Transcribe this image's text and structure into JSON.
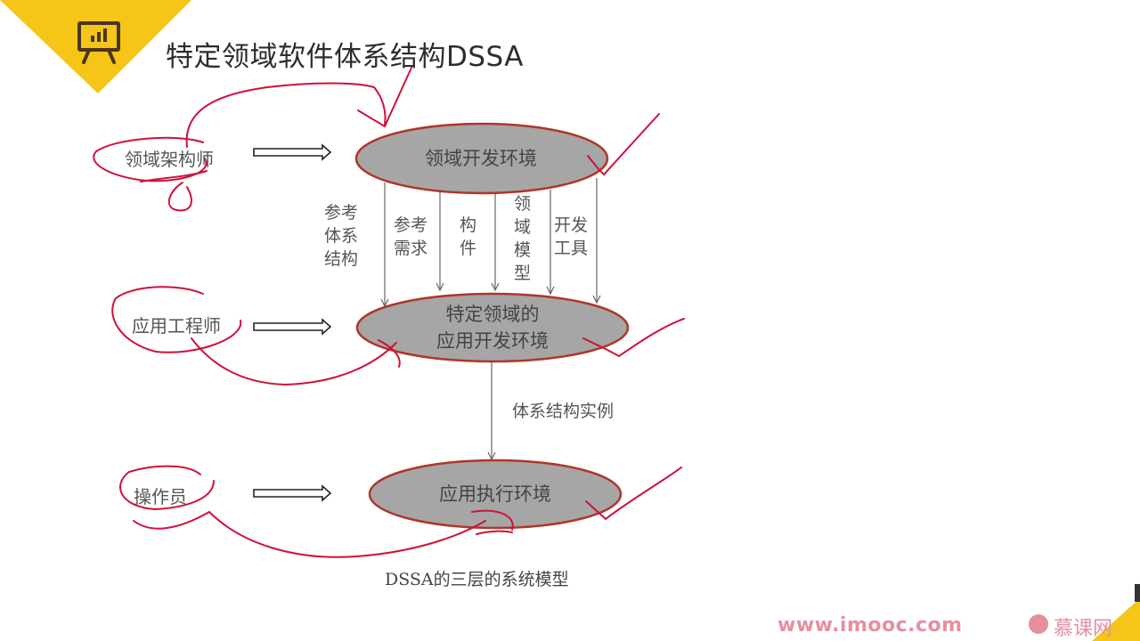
{
  "slide": {
    "title": "特定领域软件体系结构DSSA",
    "icon": "presentation-board-icon",
    "accent_color": "#f5c518"
  },
  "diagram": {
    "actors": [
      {
        "label": "领域架构师",
        "target": "领域开发环境"
      },
      {
        "label": "应用工程师",
        "target": "特定领域的应用开发环境"
      },
      {
        "label": "操作员",
        "target": "应用执行环境"
      }
    ],
    "environments": [
      {
        "line1": "领域开发环境",
        "line2": ""
      },
      {
        "line1": "特定领域的",
        "line2": "应用开发环境"
      },
      {
        "line1": "应用执行环境",
        "line2": ""
      }
    ],
    "flows_top": [
      {
        "lines": [
          "参考",
          "体系",
          "结构"
        ]
      },
      {
        "lines": [
          "参考",
          "需求"
        ]
      },
      {
        "lines": [
          "构",
          "件"
        ]
      },
      {
        "lines": [
          "领",
          "域",
          "模",
          "型"
        ]
      },
      {
        "lines": [
          "开发",
          "工具"
        ]
      }
    ],
    "flow_bottom": "体系结构实例",
    "caption": "DSSA的三层的系统模型",
    "colors": {
      "ellipse_fill": "#a6a6a6",
      "ellipse_stroke": "#b0352a",
      "annotation": "#d0103a"
    }
  },
  "footer": {
    "website": "www.imooc.com",
    "brand": "慕课网",
    "brand_color": "#e58fa0"
  }
}
